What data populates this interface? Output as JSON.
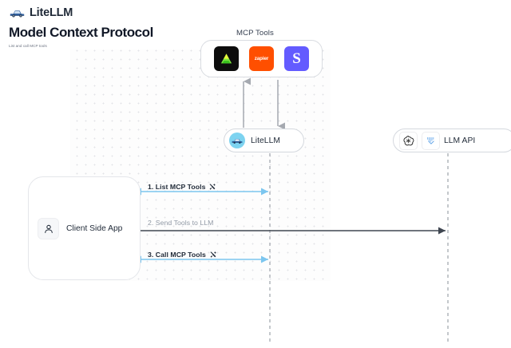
{
  "topbar": {
    "brand_name": "LiteLLM",
    "logo_icon": "litellm-truck-logo"
  },
  "header": {
    "title": "Model Context Protocol",
    "subtitle": "List and call MCP tools"
  },
  "diagram": {
    "type": "sequence-flow",
    "mcp_group": {
      "label": "MCP Tools",
      "tools": [
        {
          "name": "bright-data",
          "glyph": "triangle",
          "bg": "#0d0d0d",
          "fg": "#76e43c"
        },
        {
          "name": "zapier",
          "glyph": "zapier",
          "bg": "#ff4f00",
          "fg": "#ffffff"
        },
        {
          "name": "slack",
          "glyph": "S",
          "bg": "#635bff",
          "fg": "#ffffff"
        }
      ]
    },
    "nodes": [
      {
        "id": "litellm",
        "label": "LiteLLM",
        "icon": "litellm-badge-icon"
      },
      {
        "id": "llm_api",
        "label": "LLM API",
        "icons": [
          "openai-icon",
          "anthropic-icon"
        ]
      },
      {
        "id": "client",
        "label": "Client Side App",
        "icon": "user-icon"
      }
    ],
    "edges": [
      {
        "step": "1.",
        "label": "1. List MCP Tools",
        "icon": "tools-icon",
        "color": "#7cc6ef",
        "direction": "bidirectional"
      },
      {
        "step": "2.",
        "label": "2. Send Tools to LLM",
        "icon": "none",
        "color": "#4b5563",
        "direction": "bidirectional"
      },
      {
        "step": "3.",
        "label": "3. Call MCP Tools",
        "icon": "tools-icon",
        "color": "#7cc6ef",
        "direction": "bidirectional"
      }
    ],
    "colors": {
      "accent_blue": "#7cc6ef",
      "dark_arrow": "#4b5563",
      "lifeline": "#b6bac0",
      "vertical_arrow": "#9ca3af"
    }
  }
}
